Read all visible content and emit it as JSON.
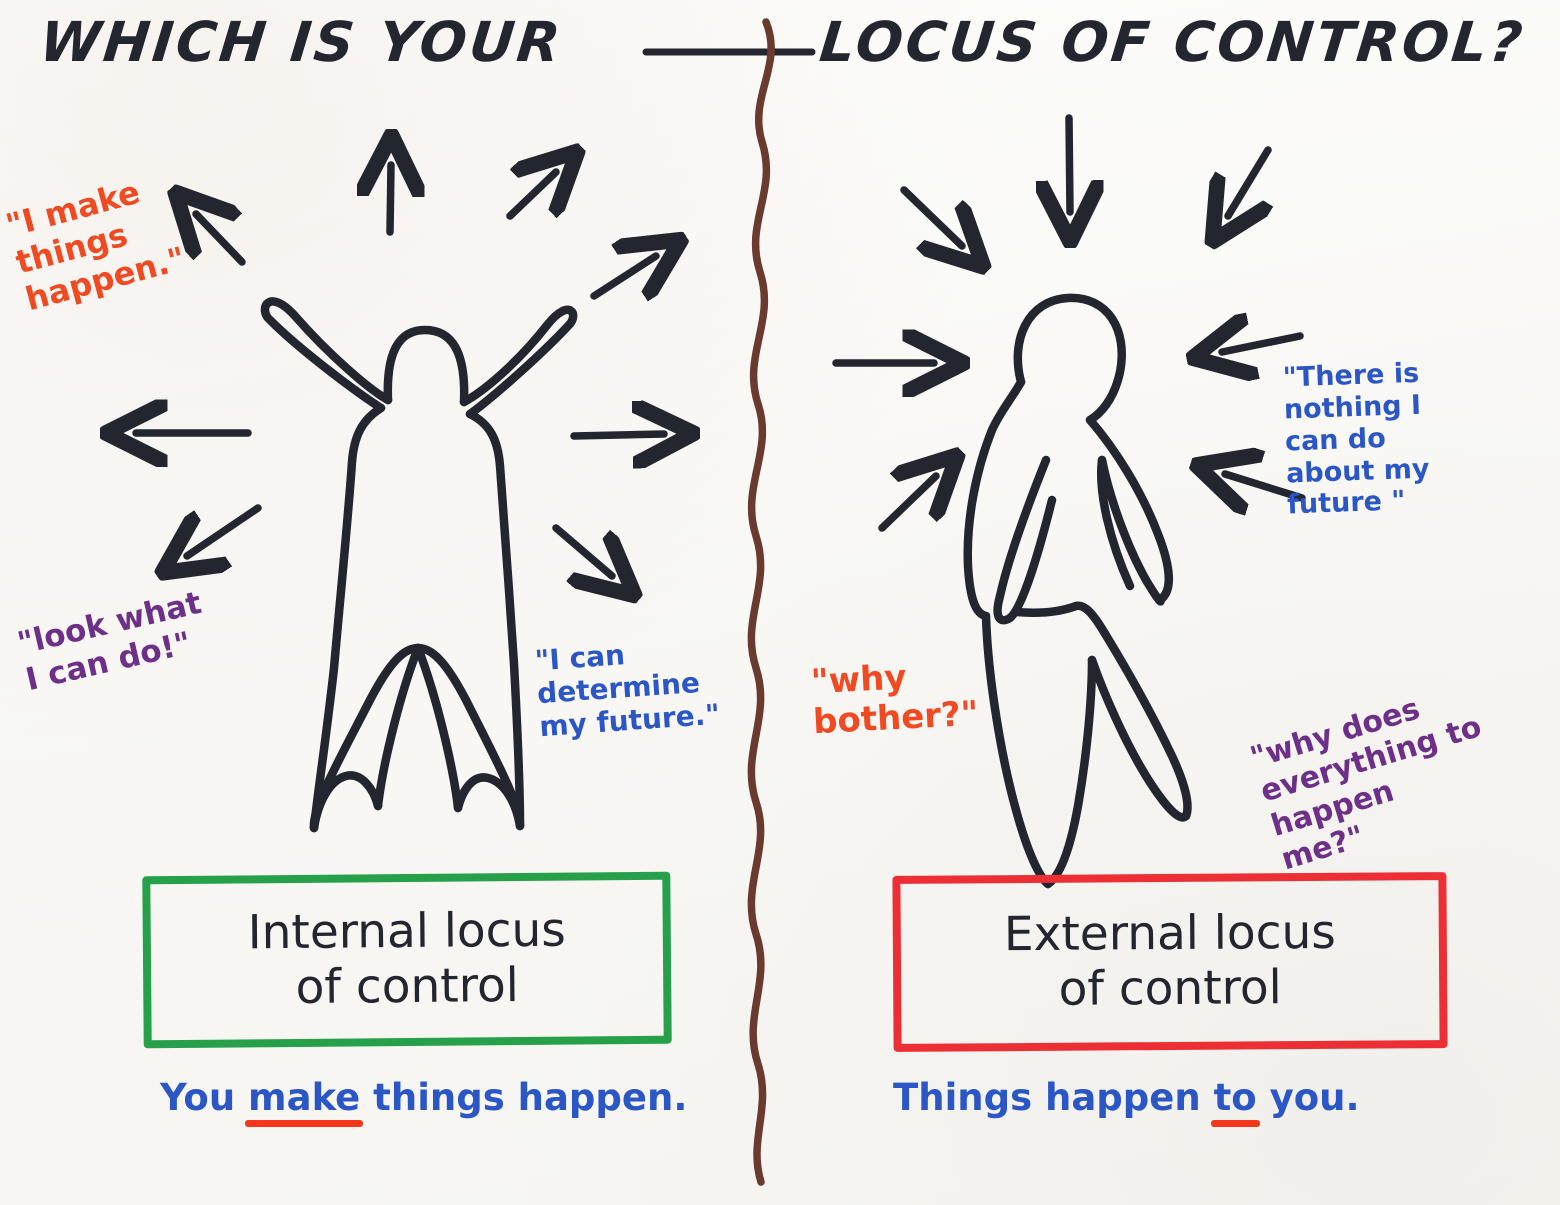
{
  "page": {
    "kind": "hand-drawn-whiteboard-diagram",
    "background_color": "#fbfaf8",
    "ink_color": "#23252f"
  },
  "title": {
    "left": "WHICH IS YOUR",
    "right": "LOCUS OF CONTROL?",
    "connector": "horizontal-line"
  },
  "divider": {
    "name": "wavy-vertical-divider",
    "color": "#6b3a2e",
    "style": "squiggly"
  },
  "left_panel": {
    "figure": "person-outline-arms-raised",
    "arrow_direction": "outward",
    "arrow_count": 8,
    "arrow_color": "#23252f",
    "quotes": [
      {
        "id": "red",
        "text": "\"I make\nthings\nhappen.\"",
        "color": "#f04a23"
      },
      {
        "id": "purple",
        "text": "\"look what\nI can do!\"",
        "color": "#6d2f87"
      },
      {
        "id": "blue",
        "text": "\"I can\ndetermine\nmy future.\"",
        "color": "#2a56c6"
      }
    ],
    "box": {
      "label": "Internal locus\nof control",
      "border_color": "#27a04a"
    },
    "caption": {
      "before": "You ",
      "emphasis": "make",
      "after": " things happen.",
      "color": "#2a56c6",
      "underline_color": "#f5381b"
    }
  },
  "right_panel": {
    "figure": "person-outline-arms-down",
    "arrow_direction": "inward",
    "arrow_count": 8,
    "arrow_color": "#23252f",
    "quotes": [
      {
        "id": "blue",
        "text": "\"There is\nnothing I\ncan do\nabout my\nfuture \"",
        "color": "#2a56c6"
      },
      {
        "id": "red",
        "text": "\"why\nbother?\"",
        "color": "#f04a23"
      },
      {
        "id": "purple",
        "text": "\"why does\neverything to\nhappen\nme?\"",
        "color": "#6d2f87"
      }
    ],
    "box": {
      "label": "External locus\nof control",
      "border_color": "#ec2f34"
    },
    "caption": {
      "before": "Things happen ",
      "emphasis": "to",
      "after": " you.",
      "color": "#2a56c6",
      "underline_color": "#f5381b"
    }
  }
}
